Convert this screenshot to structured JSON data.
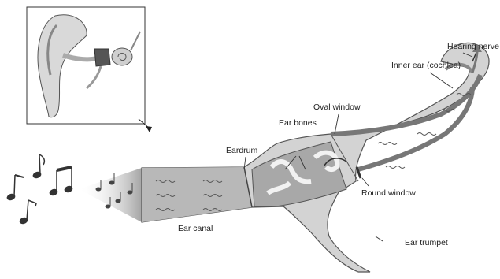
{
  "diagram": {
    "labels": {
      "hearing_nerve": "Hearing nerve",
      "inner_ear": "Inner ear (cochlea)",
      "oval_window": "Oval window",
      "ear_bones": "Ear bones",
      "eardrum": "Eardrum",
      "round_window": "Round window",
      "ear_canal": "Ear canal",
      "ear_trumpet": "Ear trumpet"
    }
  }
}
